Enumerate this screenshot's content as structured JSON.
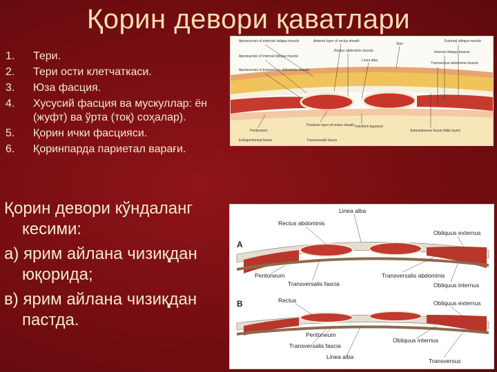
{
  "slide": {
    "title": "Қорин девори қаватлари",
    "layers": [
      {
        "num": "1.",
        "text": "Тери."
      },
      {
        "num": "2.",
        "text": "Тери ости клетчаткаси."
      },
      {
        "num": "3.",
        "text": "Юза фасция."
      },
      {
        "num": "4.",
        "text": "Хусусий фасция ва мускуллар: ён (жуфт) ва ўрта (тоқ) соҳалар)."
      },
      {
        "num": "5.",
        "text": "Қорин ички фасцияси."
      },
      {
        "num": "6.",
        "text": "Қоринпарда париетал варағи."
      }
    ],
    "cross_section": {
      "heading": " Қорин девори кўндаланг кесими:",
      "item_a": "а) ярим айлана чизиқдан юқорида;",
      "item_b": "в) ярим айлана чизиқдан пастда."
    }
  },
  "figure_top": {
    "labels": {
      "ext_oblique_apo": "Aponeurosis of external oblique muscle",
      "int_oblique_apo": "Aponeurosis of internal oblique muscle",
      "transversus_apo": "Aponeurosis of transversus abdominis muscle",
      "ant_sheath": "Anterior layer of rectus sheath",
      "rectus": "Rectus abdominis muscle",
      "linea_alba": "Linea alba",
      "skin": "Skin",
      "ext_oblique": "External oblique muscle",
      "int_oblique": "Internal oblique muscle",
      "transversus": "Transversus abdominis muscle",
      "peritoneum": "Peritoneum",
      "extraperitoneal": "Extraperitoneal fascia",
      "post_sheath": "Posterior layer of rectus sheath",
      "falciform": "Falciform ligament",
      "transversalis": "Transversalis fascia",
      "subcutaneous": "Subcutaneous tissue (fatty layer)"
    }
  },
  "figure_bottom": {
    "labels": {
      "linea_alba_top": "Linea alba",
      "rectus_abdominis": "Rectus abdominis",
      "obliquus_externus_a": "Obliquus externus",
      "marker_a": "A",
      "peritoneum_a": "Peritoneum",
      "transversalis_a": "Transversalis fascia",
      "transversus_abdominis": "Transversalis abdominis",
      "obliquus_internus_a": "Obliquus internus",
      "marker_b": "B",
      "rectus": "Rectus",
      "obliquus_externus_b": "Obliquus externus",
      "peritoneum_b": "Peritoneum",
      "transversalis_b": "Transversalis fascia",
      "obliquus_internus_b": "Obliquus internus",
      "linea_alba_bottom": "Linea alba",
      "transversus": "Transversus"
    }
  }
}
